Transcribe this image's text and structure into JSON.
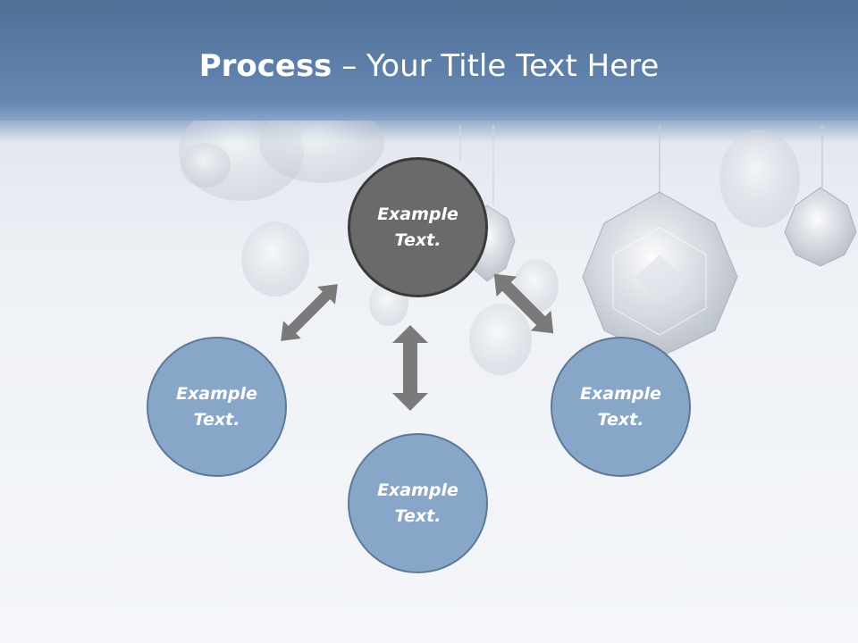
{
  "slide": {
    "title_bold": "Process",
    "title_rest": " – Your Title Text Here"
  },
  "diagram": {
    "center_node": {
      "line1": "Example",
      "line2": "Text."
    },
    "left_node": {
      "line1": "Example",
      "line2": "Text."
    },
    "bottom_node": {
      "line1": "Example",
      "line2": "Text."
    },
    "right_node": {
      "line1": "Example",
      "line2": "Text."
    }
  },
  "colors": {
    "header": "#6587b2",
    "center_node": "#6a6a6a",
    "outer_nodes": "#88a6c8",
    "arrows": "#7a7a7a"
  }
}
